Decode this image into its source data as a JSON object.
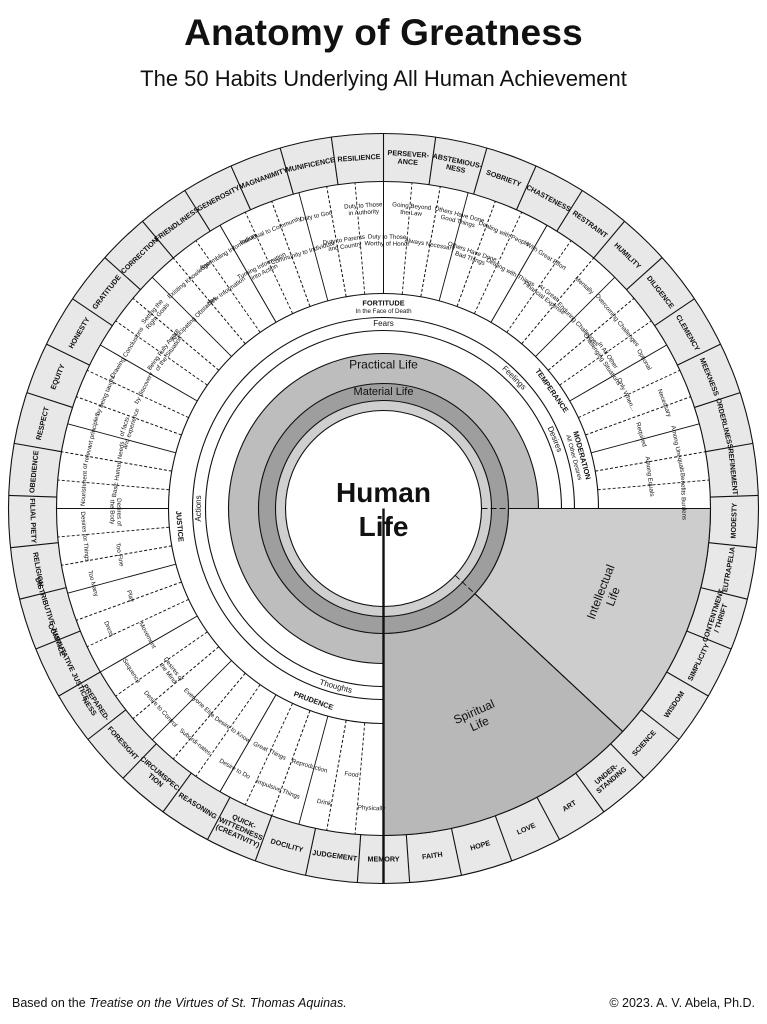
{
  "title": "Anatomy of Greatness",
  "subtitle": "The 50 Habits Underlying All Human Achievement",
  "footer": {
    "prefix": "Based on the ",
    "book": "Treatise on the Virtues of St. Thomas Aquinas.",
    "copyright": "© 2023. A. V. Abela, Ph.D."
  },
  "center": {
    "line1": "Human",
    "line2": "Life"
  },
  "life_rings": {
    "material": "Material Life",
    "practical": "Practical Life",
    "intellectual": "Intellectual Life",
    "spiritual": "Spiritual Life"
  },
  "faculties": [
    "Fears",
    "Feelings",
    "Desires",
    "Actions",
    "Thoughts"
  ],
  "cardinal": [
    "FORTITUDE",
    "TEMPERANCE",
    "MODERATION",
    "JUSTICE",
    "PRUDENCE"
  ],
  "cardinal_sub": [
    "In the Face of Death",
    "All Other Desires"
  ],
  "outer_virtues": [
    "PERSEVER-ANCE",
    "ABSTEMIOUS-NESS",
    "SOBRIETY",
    "CHASTENESS",
    "RESTRAINT",
    "HUMILITY",
    "DILIGENCE",
    "CLEMENCY",
    "MEEKNESS",
    "ORDERLINESS",
    "REFINEMENT",
    "MODESTY",
    "EUTRAPELIA",
    "CONTENTMENT / THRIFT",
    "SIMPLICITY",
    "WISDOM",
    "SCIENCE",
    "UNDER-STANDING",
    "ART",
    "LOVE",
    "HOPE",
    "FAITH",
    "MEMORY",
    "JUDGEMENT",
    "DOCILITY",
    "QUICK-WITTEDNESS (CREATIVITY)",
    "REASONING",
    "CIRCUMSPEC-TION",
    "FORESIGHT",
    "PREPARED-NESS",
    "COMMUTATIVE JUSTICE",
    "DISTRIBUTIVE JUSTICE",
    "RELIGION",
    "FILIAL PIETY",
    "OBEDIENCE",
    "RESPECT",
    "EQUITY",
    "HONESTY",
    "GRATITUDE",
    "CORRECTION",
    "FRIENDLINESS",
    "GENEROSITY",
    "MAGNANIMITY",
    "MUNIFICENCE",
    "RESILIENCE"
  ],
  "middle_labels": [
    "Physically",
    "Food",
    "Drink",
    "Reproduction",
    "Impulsive Things",
    "Great Things",
    "Desire to Do",
    "Desire to Know",
    "Subordi-nates",
    "Everyone Else",
    "Desire to Control",
    "Desires of the Mind",
    "Sequence",
    "Movement",
    "Dress",
    "Play",
    "Too Many",
    "Too Fine",
    "Desires for Things",
    "Desires of the Body",
    "Nourishment",
    "Basic Human Needs",
    "of relevant principles",
    "of facts and experience",
    "by being taught",
    "by discovery",
    "Drawing Conclusions",
    "Being Fully Aware of the Situation",
    "Setting the Right Goals",
    "Anticipating Obstacles",
    "Existing Knowledge",
    "New Information",
    "Assembling Information",
    "Turning Information into Action",
    "Individual to Community",
    "Community to Individual",
    "Duty to God",
    "Duty to Parents and Country",
    "Duty to Those in Authority",
    "Duty to Those Worthy of Honor",
    "Going Beyond the Law",
    "Always Necessary",
    "Others Have Done Good Things",
    "Others Have Done Bad Things",
    "Dealing with People",
    "Dealing with Things",
    "With Great Effort",
    "At Great Financial Expense",
    "Mentally",
    "Enduring Challenges",
    "Overcoming Challenges",
    "In All Other Challenging Situations",
    "Optional",
    "Only When...",
    "Necessary",
    "Required",
    "Among Unequals",
    "Among Equals",
    "Benefits Burdens"
  ]
}
